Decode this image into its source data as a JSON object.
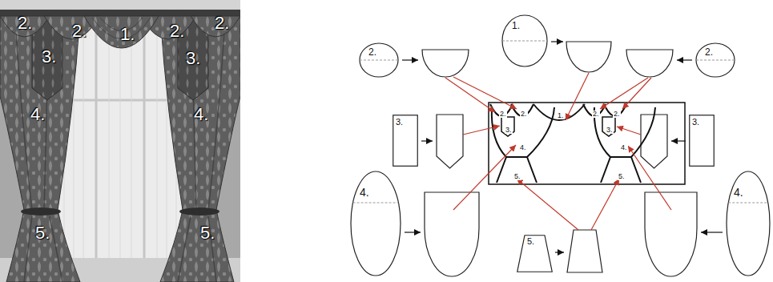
{
  "diagram": {
    "nodes": [
      {
        "text": [
          "2."
        ]
      },
      {
        "text": [
          "1."
        ]
      },
      {
        "text": [
          "2."
        ]
      },
      {
        "text": [
          "3."
        ]
      },
      {
        "text": [
          "3."
        ]
      },
      {
        "text": [
          "4."
        ]
      },
      {
        "text": [
          "4."
        ]
      },
      {
        "text": [
          "5."
        ]
      }
    ],
    "labels": [
      "2.",
      "2.",
      "1.",
      "2.",
      "2.",
      "3.",
      "3.",
      "4.",
      "4.",
      "5.",
      "5.",
      "2.",
      "2.",
      "1.",
      "2.",
      "2.",
      "3.",
      "3.",
      "4.",
      "4.",
      "5.",
      "5."
    ]
  }
}
